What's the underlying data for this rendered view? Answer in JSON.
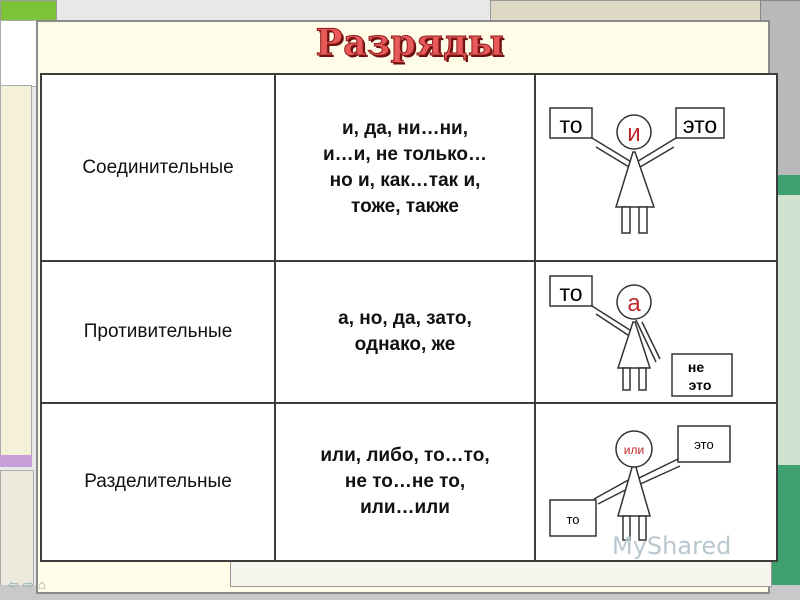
{
  "slide": {
    "title": "Разряды сочинительных союзов"
  },
  "rows": [
    {
      "category": "Соединительные",
      "conjunctions": [
        "и, да, ни…ни,",
        "и…и, не только…",
        "но и, как…так и,",
        "тоже, также"
      ],
      "figure": {
        "head": "и",
        "left": "то",
        "right": "это"
      }
    },
    {
      "category": "Противительные",
      "conjunctions": [
        "а, но, да, зато,",
        "однако, же"
      ],
      "figure": {
        "head": "а",
        "left": "то",
        "right_line1": "не",
        "right_line2": "это"
      }
    },
    {
      "category": "Разделительные",
      "conjunctions": [
        "или, либо, то…то,",
        "не то…не то,",
        "или…или"
      ],
      "figure": {
        "head": "или",
        "left": "то",
        "right": "это"
      }
    }
  ],
  "watermark": "MyShared",
  "nav_icons": [
    "arrow-left-icon",
    "arrow-right-icon",
    "home-icon"
  ],
  "colors": {
    "title": "#e85a5a",
    "head_text": "#c0282a",
    "figure_fill": "#ffffff"
  }
}
